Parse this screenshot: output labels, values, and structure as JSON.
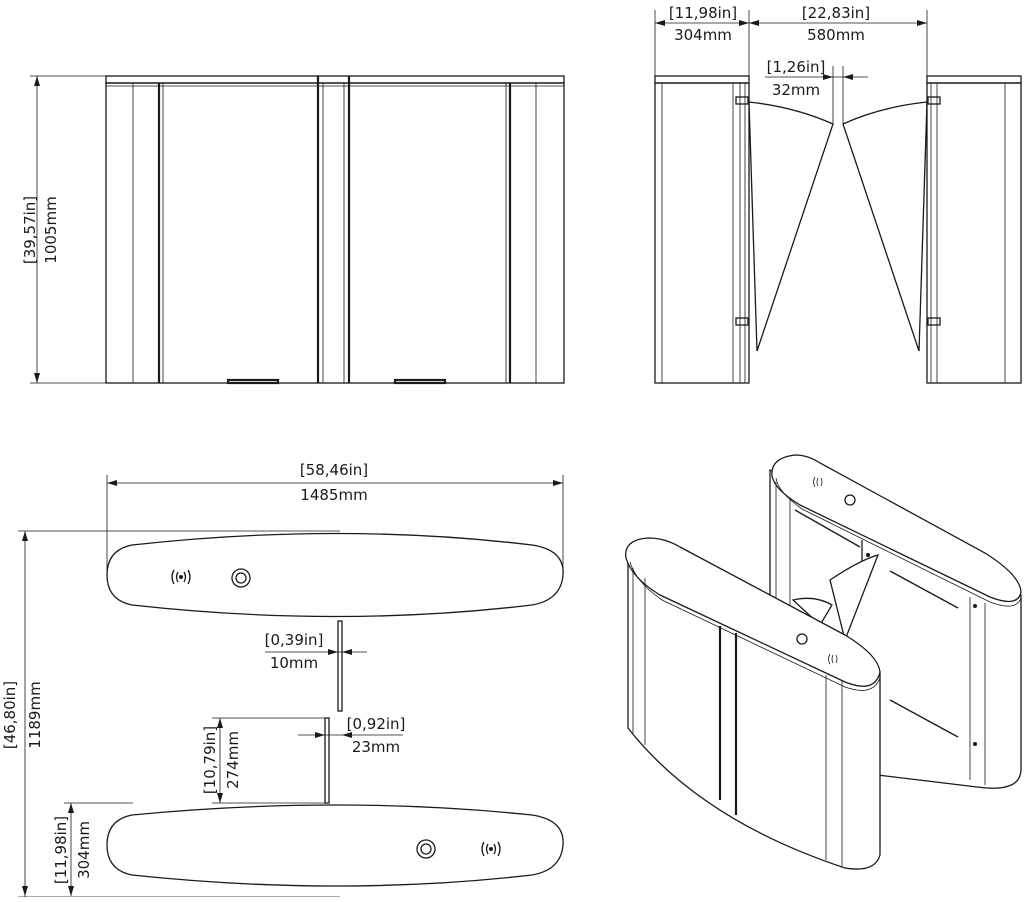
{
  "dimensions": {
    "front_height": {
      "imperial": "[39,57in]",
      "metric": "1005mm"
    },
    "side_cabinet_width": {
      "imperial": "[11,98in]",
      "metric": "304mm"
    },
    "side_passage_width": {
      "imperial": "[22,83in]",
      "metric": "580mm"
    },
    "side_gap": {
      "imperial": "[1,26in]",
      "metric": "32mm"
    },
    "plan_length": {
      "imperial": "[58,46in]",
      "metric": "1485mm"
    },
    "plan_overall_width": {
      "imperial": "[46,80in]",
      "metric": "1189mm"
    },
    "plan_wing_thickness": {
      "imperial": "[0,39in]",
      "metric": "10mm"
    },
    "plan_wing_gap": {
      "imperial": "[0,92in]",
      "metric": "23mm"
    },
    "plan_wing_length": {
      "imperial": "[10,79in]",
      "metric": "274mm"
    },
    "plan_cabinet_width": {
      "imperial": "[11,98in]",
      "metric": "304mm"
    }
  },
  "icons": [
    "rfid-reader-icon",
    "indicator-light-icon"
  ]
}
